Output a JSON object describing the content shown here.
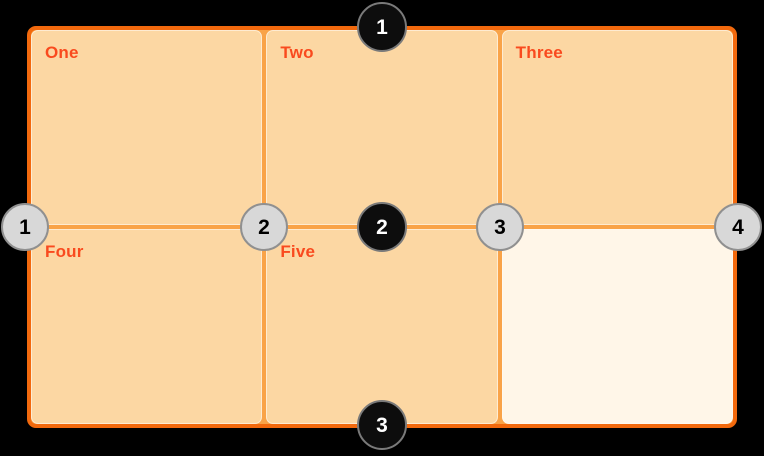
{
  "diagram": {
    "description": "CSS grid lines diagram: 3-column by 2-row grid with numbered row and column grid lines",
    "cells": [
      {
        "label": "One"
      },
      {
        "label": "Two"
      },
      {
        "label": "Three"
      },
      {
        "label": "Four"
      },
      {
        "label": "Five"
      },
      {
        "label": ""
      }
    ],
    "row_line_markers": [
      "1",
      "2",
      "3"
    ],
    "column_line_markers": [
      "1",
      "2",
      "3",
      "4"
    ]
  },
  "colors": {
    "background": "#000000",
    "container_border": "#F2690D",
    "grid_line": "#F9A348",
    "cell_fill": "#FCD7A3",
    "empty_cell_fill": "#FFF6E8",
    "label_color": "#F94A1E",
    "row_marker_fill": "#0D0D0D",
    "row_marker_text": "#FFFFFF",
    "row_marker_ring": "#7A7A7A",
    "col_marker_fill": "#D8D8D8",
    "col_marker_text": "#000000",
    "col_marker_ring": "#909090"
  }
}
